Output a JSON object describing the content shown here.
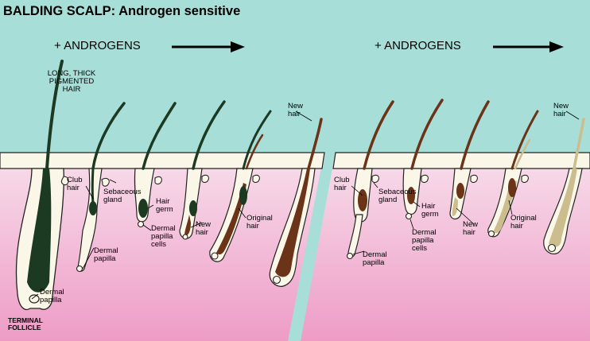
{
  "title": "BALDING SCALP:  Androgen sensitive",
  "colors": {
    "sky": "#a8ded8",
    "skin_top": "#f7dcea",
    "skin_bottom": "#ee9cc6",
    "epidermis": "#fbf7e8",
    "hair_dark": "#1c3a22",
    "hair_brown": "#6b3317",
    "hair_blond": "#cbbd8e"
  },
  "panel_left": {
    "androgens_label": "+ ANDROGENS",
    "top_label": "LONG, THICK\nPIGMENTED\nHAIR",
    "new_hair_label": "New\nhair",
    "club_hair": "Club\nhair",
    "sebaceous_gland": "Sebaceous\ngland",
    "hair_germ": "Hair\ngerm",
    "dermal_papilla_cells": "Dermal\npapilla\ncells",
    "dermal_papilla_a": "Dermal\npapilla",
    "dermal_papilla_b": "Dermal\npapilla",
    "new_hair_inner": "New\nhair",
    "original_hair": "Original\nhair",
    "terminal_follicle": "TERMINAL\nFOLLICLE"
  },
  "panel_right": {
    "androgens_label": "+ ANDROGENS",
    "new_hair_label": "New\nhair",
    "club_hair": "Club\nhair",
    "sebaceous_gland": "Sebaceous\ngland",
    "hair_germ": "Hair\ngerm",
    "dermal_papilla_cells": "Dermal\npapilla\ncells",
    "dermal_papilla": "Dermal\npapilla",
    "new_hair_inner": "New\nhair",
    "original_hair": "Original\nhair"
  }
}
